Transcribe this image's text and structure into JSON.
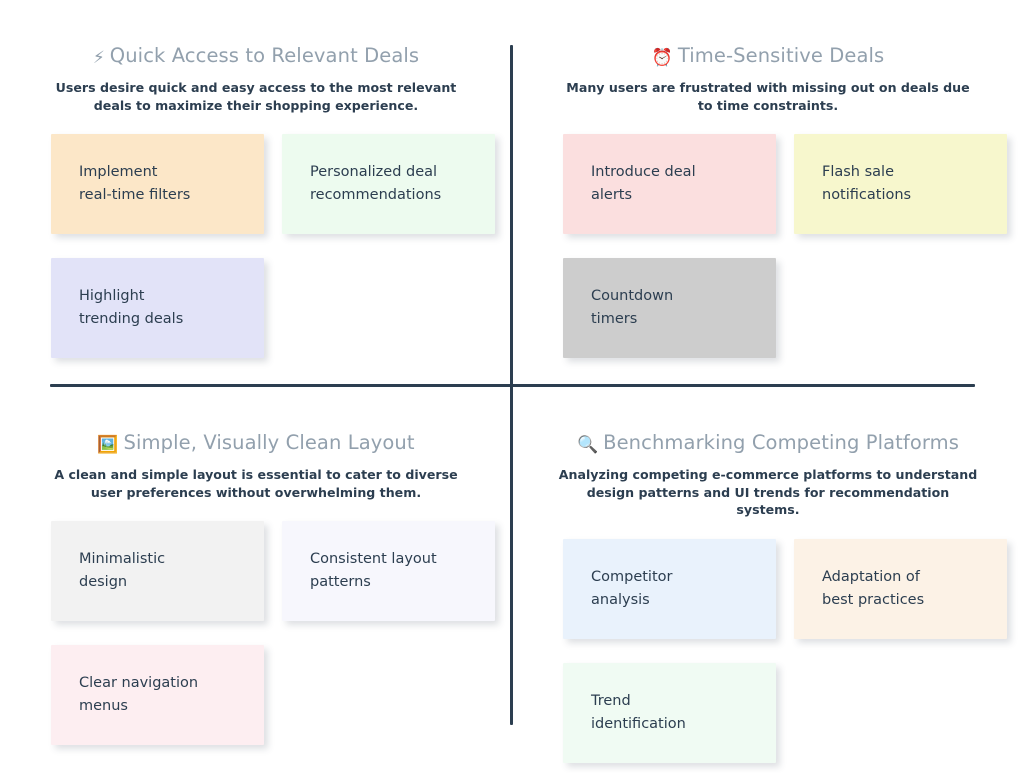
{
  "board": {
    "type": "affinity-diagram",
    "divider_color": "#2c3e50",
    "background": "#ffffff",
    "title_color": "#92a0ad",
    "subtitle_color": "#2c3e50",
    "card_text_color": "#2c3e50"
  },
  "quadrants": [
    {
      "id": "quick-access",
      "position": "top-left",
      "icon": "high-voltage-icon",
      "icon_glyph": "⚡",
      "title": "Quick Access to Relevant Deals",
      "subtitle": "Users desire quick and easy access to the most relevant deals to maximize their shopping experience.",
      "cards": [
        {
          "label": "Implement\nreal-time filters",
          "color": "#fce7c8"
        },
        {
          "label": "Personalized deal\nrecommendations",
          "color": "#edfbef"
        },
        {
          "label": "Highlight\ntrending deals",
          "color": "#e2e3f8"
        }
      ]
    },
    {
      "id": "time-sensitive",
      "position": "top-right",
      "icon": "alarm-clock-icon",
      "icon_glyph": "⏰",
      "title": "Time-Sensitive Deals",
      "subtitle": "Many users are frustrated with missing out on deals due to time constraints.",
      "cards": [
        {
          "label": "Introduce deal\nalerts",
          "color": "#fbdfdf"
        },
        {
          "label": "Flash sale\nnotifications",
          "color": "#f7f7cd"
        },
        {
          "label": "Countdown\ntimers",
          "color": "#cdcdcd"
        }
      ]
    },
    {
      "id": "clean-layout",
      "position": "bottom-left",
      "icon": "framed-picture-icon",
      "icon_glyph": "🖼️",
      "title": "Simple, Visually Clean Layout",
      "subtitle": "A clean and simple layout is essential to cater to diverse user preferences without overwhelming them.",
      "cards": [
        {
          "label": "Minimalistic\ndesign",
          "color": "#f2f2f2"
        },
        {
          "label": "Consistent layout\npatterns",
          "color": "#f7f7fd"
        },
        {
          "label": "Clear navigation\nmenus",
          "color": "#fdeef1"
        }
      ]
    },
    {
      "id": "benchmarking",
      "position": "bottom-right",
      "icon": "magnifying-glass-icon",
      "icon_glyph": "🔍",
      "title": "Benchmarking Competing Platforms",
      "subtitle": "Analyzing competing e-commerce platforms to understand design patterns and UI trends for recommendation systems.",
      "cards": [
        {
          "label": "Competitor\nanalysis",
          "color": "#e9f2fc"
        },
        {
          "label": "Adaptation of\nbest practices",
          "color": "#fcf2e6"
        },
        {
          "label": "Trend\nidentification",
          "color": "#f0fbf3"
        }
      ]
    }
  ]
}
